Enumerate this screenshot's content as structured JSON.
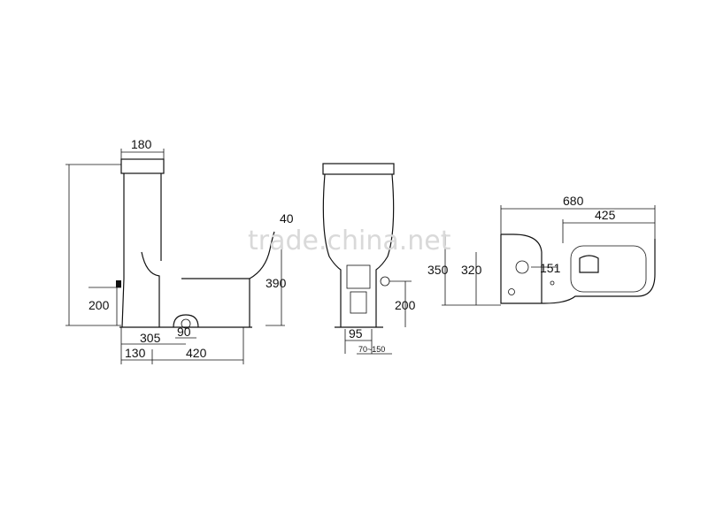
{
  "watermark": "trade.china.net",
  "side_view": {
    "dims": {
      "tank_depth": "180",
      "seat_offset": "40",
      "outlet_height": "390",
      "inlet_height": "200",
      "outlet_dist": "305",
      "outlet_dia": "90",
      "wall_dist": "130",
      "bowl_length": "420"
    }
  },
  "front_view": {
    "dims": {
      "inlet_height": "200",
      "base_width": "95",
      "range": "70~150"
    }
  },
  "top_view": {
    "dims": {
      "total_length": "680",
      "bowl_length": "425",
      "width": "350",
      "tank_width": "320",
      "hole_offset": "151"
    }
  }
}
